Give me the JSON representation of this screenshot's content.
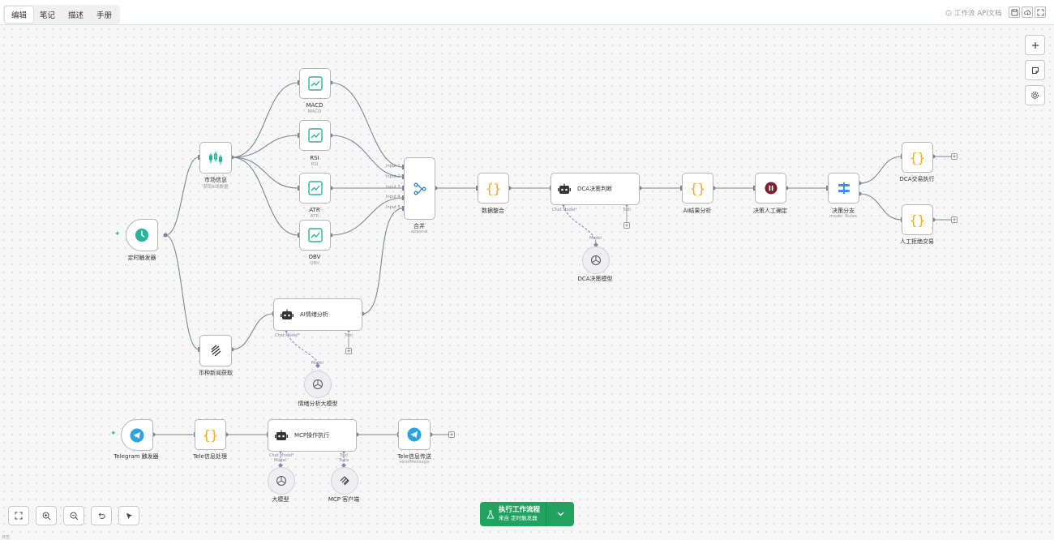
{
  "tabs": [
    "编辑",
    "笔记",
    "描述",
    "手册"
  ],
  "header": {
    "api_doc": "工作流 API文档"
  },
  "colors": {
    "accent": "#1fa35f",
    "indicator_icon": "#2bb39a",
    "code_icon": "#f5a623",
    "trigger_icon": "#2bb39a",
    "telegram_icon": "#2aa3e0",
    "pause_icon": "#7a1f2e",
    "switch_icon": "#3d8fe6",
    "edge": "#7a8696"
  },
  "nodes": {
    "timer": {
      "title": "定时触发器"
    },
    "market": {
      "title": "市场信息",
      "sub": "获取K线数据"
    },
    "macd": {
      "title": "MACD",
      "sub": "MACD"
    },
    "rsi": {
      "title": "RSI",
      "sub": "RSI"
    },
    "atr": {
      "title": "ATR",
      "sub": "ATR"
    },
    "obv": {
      "title": "OBV",
      "sub": "OBV"
    },
    "merge": {
      "title": "合并",
      "sub": "append",
      "inputs": [
        "Input 1",
        "Input 2",
        "Input 3",
        "Input 4",
        "Input 5"
      ]
    },
    "data_merge": {
      "title": "数据整合"
    },
    "dca_judge": {
      "title": "DCA决策判断",
      "chat_model": "Chat Model*",
      "tool": "Tool",
      "model_label": "Model"
    },
    "dca_model": {
      "title": "DCA决策模型"
    },
    "ai_result": {
      "title": "AI结果分析"
    },
    "human_confirm": {
      "title": "决策人工确定"
    },
    "decision_switch": {
      "title": "决策分支",
      "sub": "mode: Rules"
    },
    "dca_exec": {
      "title": "DCA交易执行"
    },
    "human_reject": {
      "title": "人工拒绝交易"
    },
    "news": {
      "title": "币种新闻获取"
    },
    "ai_sentiment": {
      "title": "AI情绪分析",
      "chat_model": "Chat Model*",
      "tool": "Tool",
      "model_label": "Model"
    },
    "sentiment_model": {
      "title": "情绪分析大模型"
    },
    "telegram_trigger": {
      "title": "Telegram 触发器"
    },
    "tele_process": {
      "title": "Tele信息处理"
    },
    "mcp_exec": {
      "title": "MCP操作执行",
      "chat_model": "Chat Model*",
      "tool": "Tool",
      "model_label": "Model",
      "tools_label": "Tools"
    },
    "big_model": {
      "title": "大模型"
    },
    "mcp_client": {
      "title": "MCP 客户端"
    },
    "tele_send": {
      "title": "Tele信息传送",
      "sub": "sendMessage"
    }
  },
  "execute": {
    "title": "执行工作流程",
    "sub": "来自 定时触发器"
  },
  "footer": {
    "tiny": "日志"
  }
}
